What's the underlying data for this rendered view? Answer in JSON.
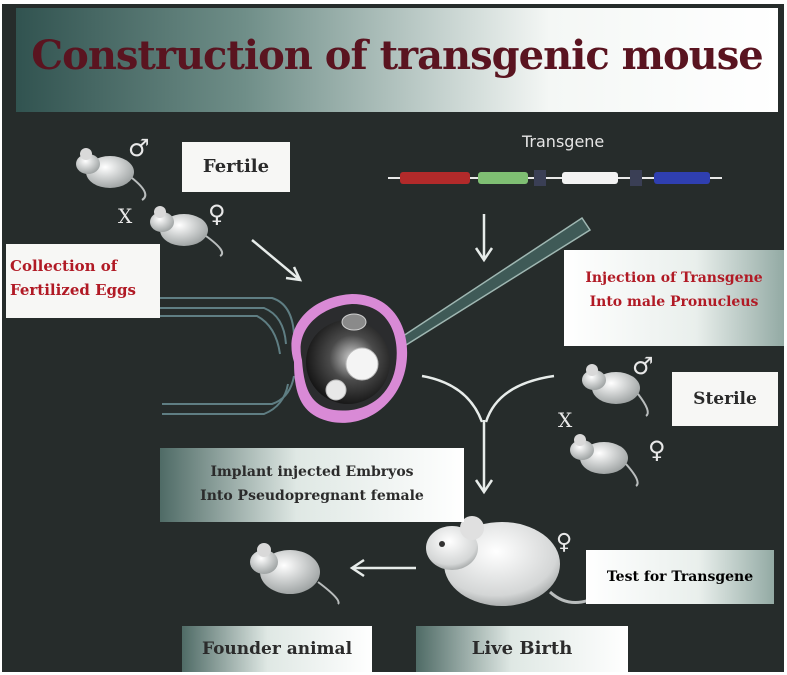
{
  "title": "Construction of transgenic mouse",
  "labels": {
    "transgene": "Transgene",
    "fertile": "Fertile",
    "cross_x_top": "X",
    "cross_x_right": "X",
    "collection_line1": "Collection of",
    "collection_line2": "Fertilized Eggs",
    "injection_line1": "Injection of Transgene",
    "injection_line2": "Into male Pronucleus",
    "sterile": "Sterile",
    "implant_line1": "Implant injected Embryos",
    "implant_line2": "Into Pseudopregnant female",
    "test": "Test for Transgene",
    "founder": "Founder animal",
    "live_birth": "Live Birth",
    "male_symbol": "♂",
    "female_symbol": "♀"
  },
  "transgene_segments": [
    {
      "color": "#b22a2a"
    },
    {
      "color": "#7fbf73"
    },
    {
      "color": "#f2f2f2"
    },
    {
      "color": "#2f3fb0"
    }
  ],
  "colors": {
    "background": "#262c2b",
    "title_text": "#5a1420",
    "accent_red": "#b11a25",
    "egg_outer": "#d88bd6",
    "arrow": "#e7ecea"
  }
}
